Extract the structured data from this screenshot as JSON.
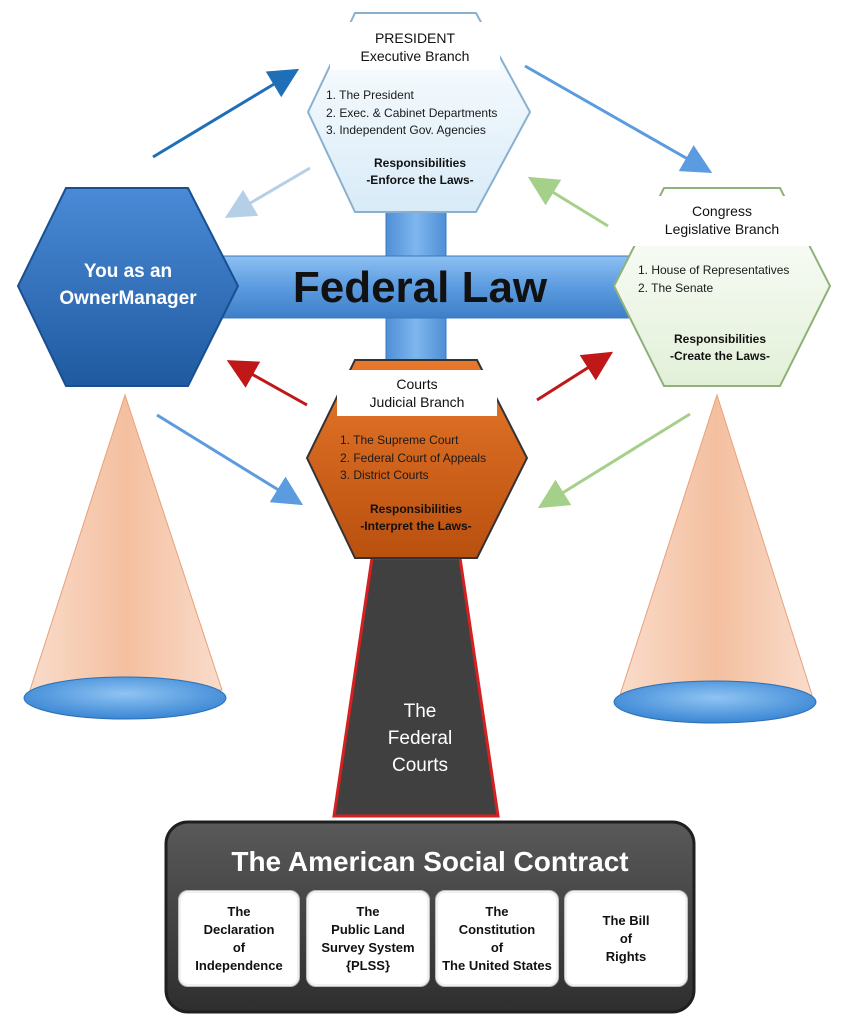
{
  "center_label": "Federal Law",
  "owner": {
    "line1": "You as an",
    "line2": "OwnerManager"
  },
  "executive": {
    "title1": "PRESIDENT",
    "title2": "Executive Branch",
    "items": [
      "1. The President",
      "2. Exec. & Cabinet Departments",
      "3. Independent Gov. Agencies"
    ],
    "resp_heading": "Responsibilities",
    "resp_text": "-Enforce the Laws-"
  },
  "legislative": {
    "title1": "Congress",
    "title2": "Legislative Branch",
    "items": [
      "1. House of Representatives",
      "2. The Senate"
    ],
    "resp_heading": "Responsibilities",
    "resp_text": "-Create the Laws-"
  },
  "judicial": {
    "title1": "Courts",
    "title2": "Judicial Branch",
    "items": [
      "1. The Supreme Court",
      "2. Federal Court of Appeals",
      "3. District Courts"
    ],
    "resp_heading": "Responsibilities",
    "resp_text": "-Interpret the Laws-"
  },
  "federal_courts": {
    "line1": "The",
    "line2": "Federal",
    "line3": "Courts"
  },
  "contract": {
    "title": "The American Social Contract",
    "cards": [
      "The\nDeclaration\nof\nIndependence",
      "The\nPublic Land\nSurvey System\n{PLSS}",
      "The\nConstitution\nof\nThe United States",
      "The Bill\nof\nRights"
    ]
  },
  "colors": {
    "owner_hex": "#2f6db6",
    "beam": "#5b9be0",
    "executive_hex": "#eaf4fb",
    "legislative_hex": "#eef6e8",
    "judicial_hex": "#d9661e",
    "pillar": "#404040",
    "pillar_border": "#d42020",
    "cone": "#f6c8ae",
    "contract_panel": "#3d3d3d"
  }
}
